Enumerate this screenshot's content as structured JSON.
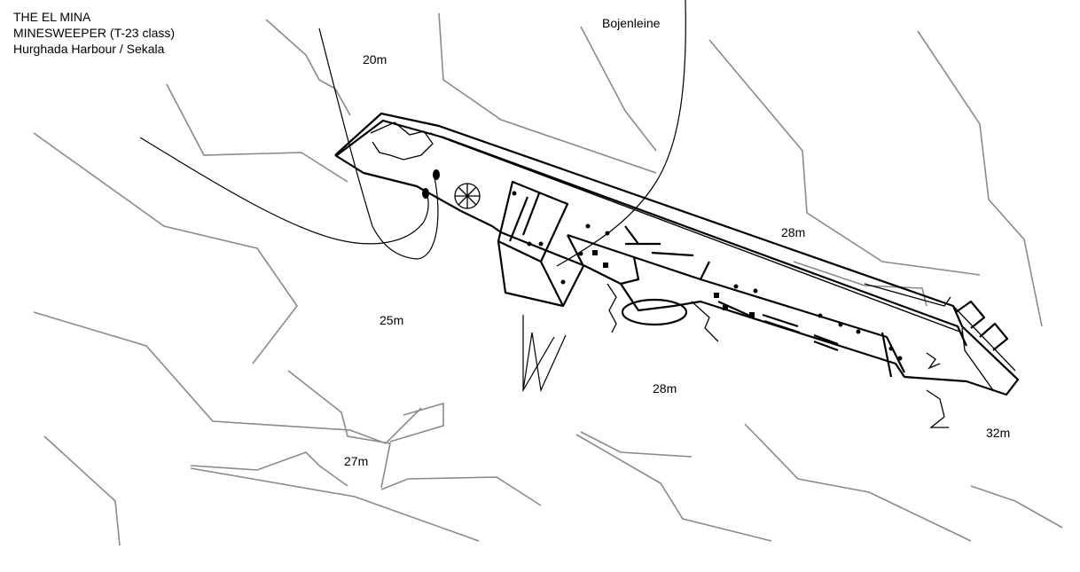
{
  "title": {
    "line1": "THE EL MINA",
    "line2": "MINESWEEPER (T-23 class)",
    "line3": "Hurghada Harbour / Sekala"
  },
  "labels": {
    "buoy_line": "Bojenleine"
  },
  "depths": {
    "north": "20m",
    "east_upper": "28m",
    "west": "25m",
    "south": "28m",
    "southwest": "27m",
    "southeast": "32m"
  }
}
